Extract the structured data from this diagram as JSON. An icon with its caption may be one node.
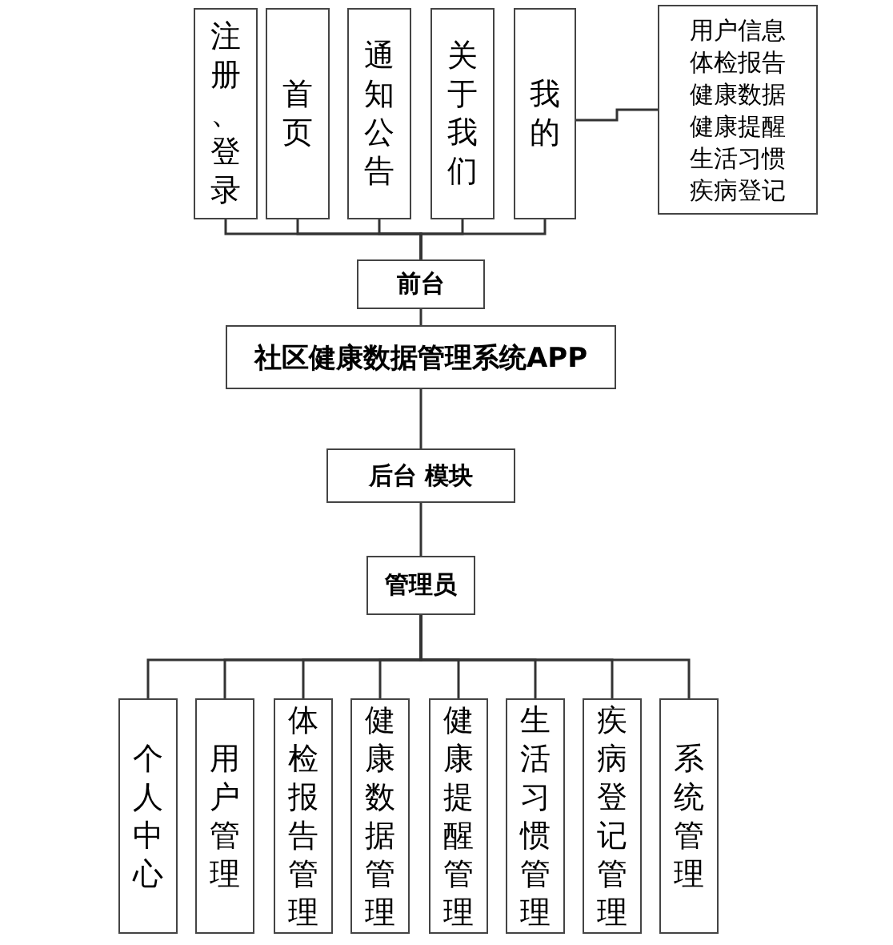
{
  "diagram": {
    "nodes": [
      {
        "text": [
          "注册、登录"
        ]
      },
      {
        "text": [
          "首页"
        ]
      },
      {
        "text": [
          "通知公告"
        ]
      },
      {
        "text": [
          "关于我们"
        ]
      },
      {
        "text": [
          "我的"
        ]
      },
      {
        "text": [
          "用户信息",
          "体检报告",
          "健康数据",
          "健康提醒",
          "生活习惯",
          "疾病登记"
        ]
      },
      {
        "text": [
          "前台"
        ]
      },
      {
        "text": [
          "社区健康数据管理系统APP"
        ]
      },
      {
        "text": [
          "后台 模块"
        ]
      },
      {
        "text": [
          "管理员"
        ]
      },
      {
        "text": [
          "个人中心"
        ]
      },
      {
        "text": [
          "用户管理"
        ]
      },
      {
        "text": [
          "体检报告管理"
        ]
      },
      {
        "text": [
          "健康数据管理"
        ]
      },
      {
        "text": [
          "健康提醒管理"
        ]
      },
      {
        "text": [
          "生活习惯管理"
        ]
      },
      {
        "text": [
          "疾病登记管理"
        ]
      },
      {
        "text": [
          "系统管理"
        ]
      }
    ],
    "edges": [
      {
        "from": 6,
        "to": 0,
        "arrow": "none"
      },
      {
        "from": 6,
        "to": 1,
        "arrow": "none"
      },
      {
        "from": 6,
        "to": 2,
        "arrow": "none"
      },
      {
        "from": 6,
        "to": 3,
        "arrow": "none"
      },
      {
        "from": 6,
        "to": 4,
        "arrow": "none"
      },
      {
        "from": 4,
        "to": 5,
        "arrow": "none"
      },
      {
        "from": 6,
        "to": 7,
        "arrow": "none"
      },
      {
        "from": 7,
        "to": 8,
        "arrow": "none"
      },
      {
        "from": 8,
        "to": 9,
        "arrow": "none"
      },
      {
        "from": 9,
        "to": 10,
        "arrow": "none"
      },
      {
        "from": 9,
        "to": 11,
        "arrow": "none"
      },
      {
        "from": 9,
        "to": 12,
        "arrow": "none"
      },
      {
        "from": 9,
        "to": 13,
        "arrow": "none"
      },
      {
        "from": 9,
        "to": 14,
        "arrow": "none"
      },
      {
        "from": 9,
        "to": 15,
        "arrow": "none"
      },
      {
        "from": 9,
        "to": 16,
        "arrow": "none"
      },
      {
        "from": 9,
        "to": 17,
        "arrow": "none"
      }
    ]
  }
}
